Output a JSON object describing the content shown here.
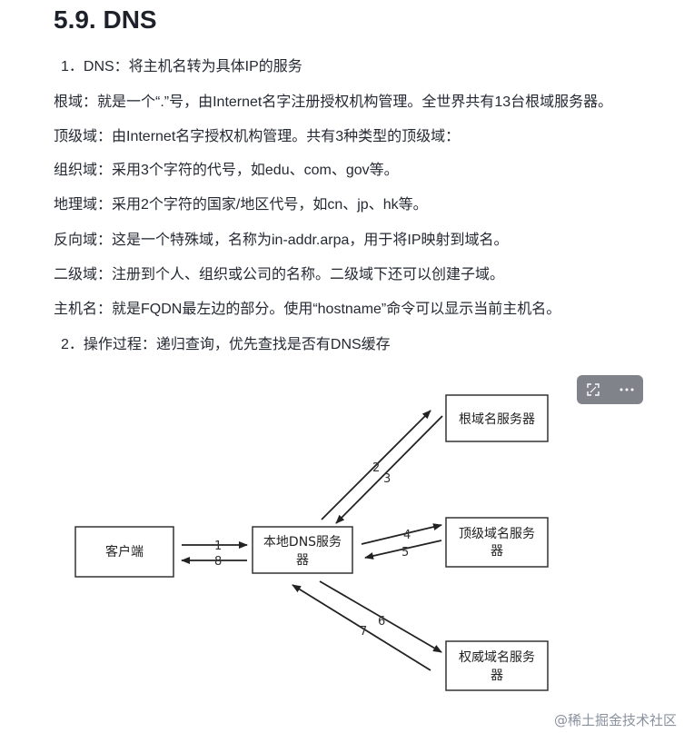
{
  "heading": "5.9. DNS",
  "lines": [
    "1．DNS：将主机名转为具体IP的服务",
    "根域：就是一个“.”号，由Internet名字注册授权机构管理。全世界共有13台根域服务器。",
    "顶级域：由Internet名字授权机构管理。共有3种类型的顶级域：",
    "组织域：采用3个字符的代号，如edu、com、gov等。",
    "地理域：采用2个字符的国家/地区代号，如cn、jp、hk等。",
    "反向域：这是一个特殊域，名称为in-addr.arpa，用于将IP映射到域名。",
    "二级域：注册到个人、组织或公司的名称。二级域下还可以创建子域。",
    "主机名：就是FQDN最左边的部分。使用“hostname”命令可以显示当前主机名。",
    "2．操作过程：递归查询，优先查找是否有DNS缓存"
  ],
  "diagram": {
    "client": "客户端",
    "local_dns_1": "本地DNS服务",
    "local_dns_2": "器",
    "root": "根域名服务器",
    "tld_1": "顶级域名服务",
    "tld_2": "器",
    "auth_1": "权威域名服务",
    "auth_2": "器",
    "steps": [
      "1",
      "8",
      "2",
      "3",
      "4",
      "5",
      "6",
      "7"
    ]
  },
  "toolbar": {
    "expand_icon": "expand-icon",
    "more_icon": "more-icon"
  },
  "watermark": "@稀土掘金技术社区"
}
